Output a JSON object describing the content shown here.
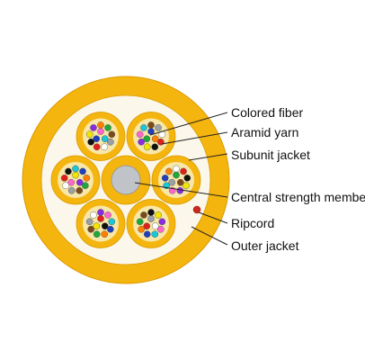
{
  "diagram": {
    "labels": {
      "colored_fiber": "Colored fiber",
      "aramid_yarn": "Aramid yarn",
      "subunit_jacket": "Subunit jacket",
      "central_strength_member": "Central strength member",
      "ripcord": "Ripcord",
      "outer_jacket": "Outer jacket"
    },
    "subunit_count": 6,
    "fibers_per_subunit": 12,
    "colors": {
      "jacket": "#f5b50f",
      "jacket_edge": "#d99a00",
      "inner_fill": "#fbf7ea",
      "aramid": "#f7e7a9",
      "central_member": "#c0c4c8",
      "ripcord": "#cc2a1e",
      "fiber_colors": [
        "#1f3fbf",
        "#ff7f00",
        "#1fa83a",
        "#7b4a1c",
        "#9aa0a6",
        "#ffffff",
        "#e0201a",
        "#111111",
        "#f2e600",
        "#8a2be2",
        "#ff66cc",
        "#19c7d8"
      ]
    }
  }
}
